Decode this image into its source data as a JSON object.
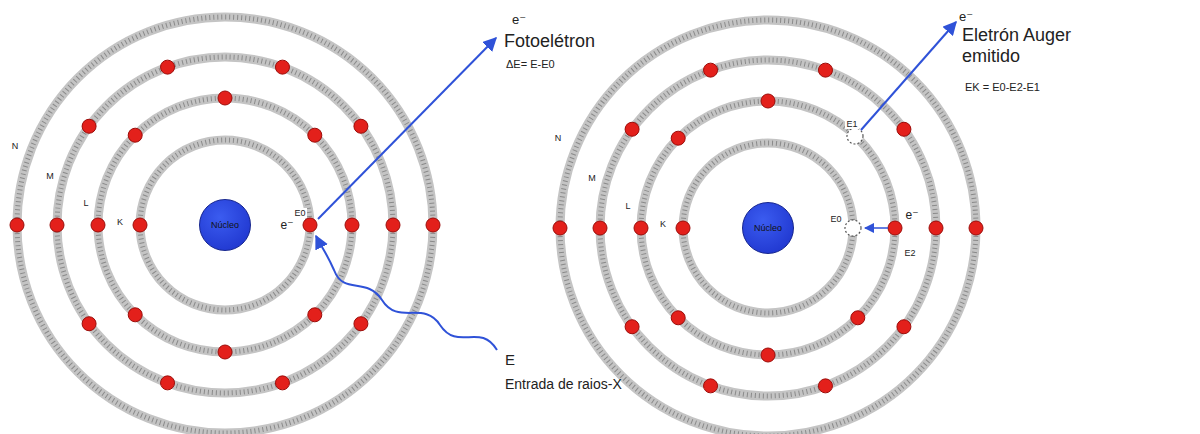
{
  "diagram": {
    "nodes": [
      {
        "text": [
          "Núcleo"
        ]
      },
      {
        "text": [
          "Núcleo"
        ]
      }
    ],
    "labels": [
      "N",
      "M",
      "L",
      "K",
      "E0",
      "e⁻",
      "e⁻",
      "Fotoelétron",
      "ΔE= E-E0",
      "E",
      "Entrada de raios-X",
      "N",
      "M",
      "L",
      "K",
      "E0",
      "E1",
      "e⁻",
      "E2",
      "e⁻",
      "Eletrón Auger emitido",
      "EK = E0-E2-E1"
    ]
  }
}
